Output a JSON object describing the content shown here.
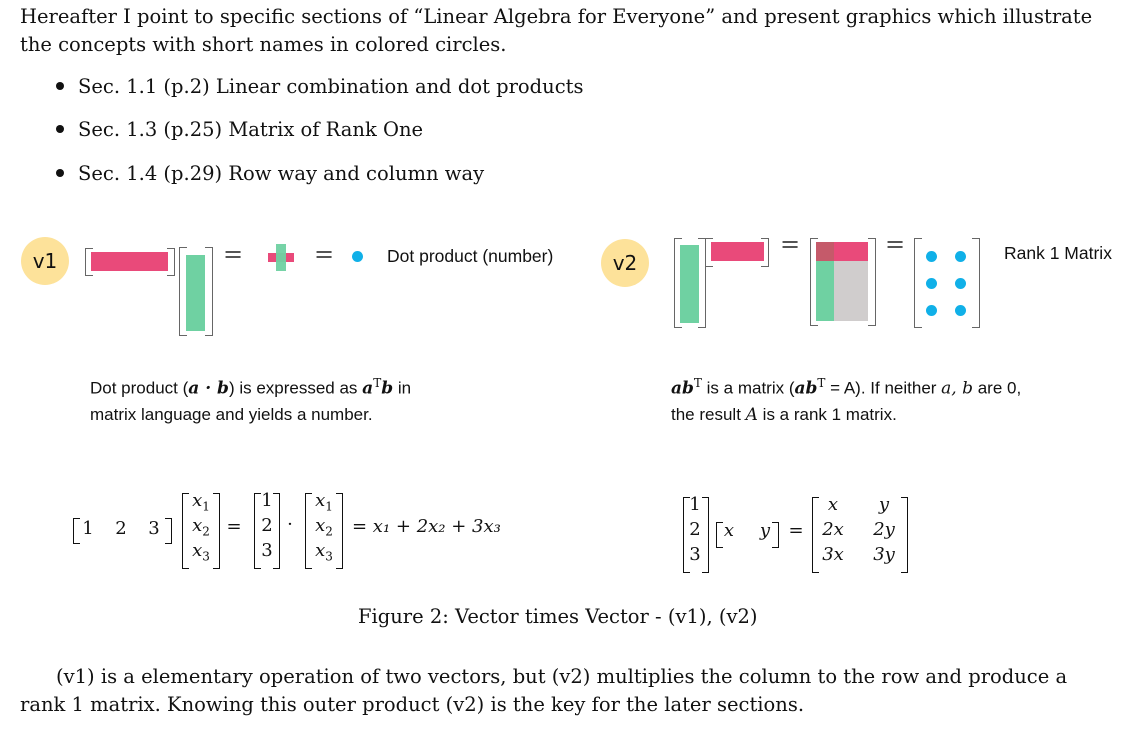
{
  "intro": {
    "line1": "Hereafter I point to specific sections of “Linear Algebra for Everyone” and present graphics which illustrate",
    "line2": "the concepts with short names in colored circles."
  },
  "bullets": [
    "Sec. 1.1 (p.2) Linear combination and dot products",
    "Sec. 1.3 (p.25) Matrix of Rank One",
    "Sec. 1.4 (p.29) Row way and column way"
  ],
  "v1": {
    "tag": "v1",
    "label": "Dot product  (number)",
    "caption_parts": [
      "Dot product (",
      "a · b",
      ") is expressed as ",
      "a",
      "T",
      "b",
      " in"
    ],
    "caption_line2": "matrix language and yields a number.",
    "eq_row": [
      "1",
      "2",
      "3"
    ],
    "eq_x": [
      "x",
      "x",
      "x"
    ],
    "eq_sub": [
      "1",
      "2",
      "3"
    ],
    "eq_col": [
      "1",
      "2",
      "3"
    ],
    "eq_result": "= x₁ + 2x₂ + 3x₃"
  },
  "v2": {
    "tag": "v2",
    "label": "Rank 1 Matrix",
    "caption_line1_parts": [
      "ab",
      "T",
      " is a matrix (",
      "ab",
      "T",
      " = A). If neither ",
      "a, b",
      " are 0,"
    ],
    "caption_line2_parts": [
      "the result ",
      "A",
      " is a rank 1 matrix."
    ],
    "eq_col": [
      "1",
      "2",
      "3"
    ],
    "eq_row": [
      "x",
      "y"
    ],
    "eq_matrix": [
      [
        "x",
        "y"
      ],
      [
        "2x",
        "2y"
      ],
      [
        "3x",
        "3y"
      ]
    ]
  },
  "figure_caption": "Figure 2: Vector times Vector - (v1), (v2)",
  "outro": {
    "line1": "(v1) is a elementary operation of two vectors, but (v2) multiplies the column to the row and produce a",
    "line2": "rank 1 matrix. Knowing this outer product (v2) is the key for the later sections."
  },
  "colors": {
    "pink": "#e94a7a",
    "green": "#6fd1a2",
    "blue": "#10b0e8",
    "tag": "#fde29a",
    "gray": "#d0cdcd"
  }
}
